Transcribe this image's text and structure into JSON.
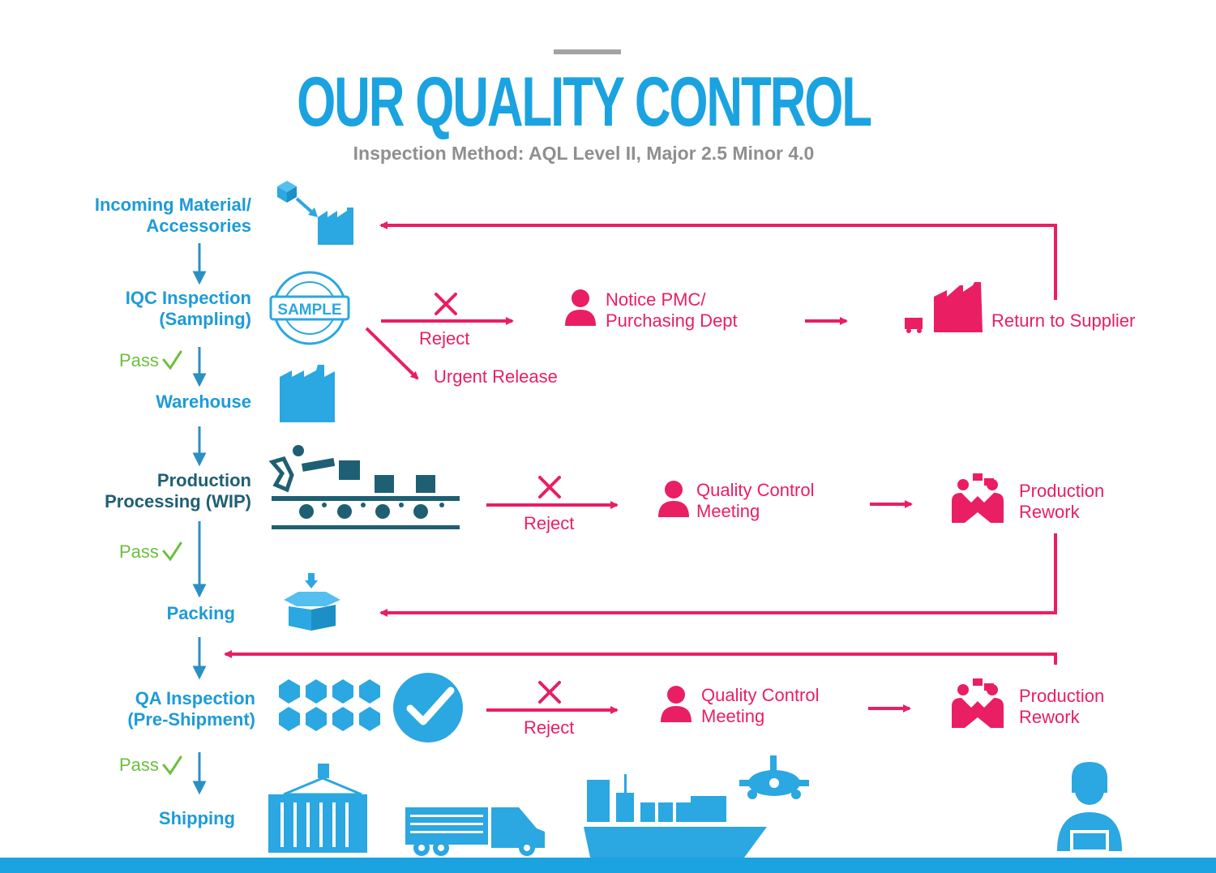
{
  "header": {
    "title": "OUR QUALITY CONTROL",
    "subtitle": "Inspection Method: AQL Level II, Major 2.5 Minor 4.0"
  },
  "steps": {
    "incoming_line1": "Incoming Material/",
    "incoming_line2": "Accessories",
    "iqc_line1": "IQC Inspection",
    "iqc_line2": "(Sampling)",
    "warehouse": "Warehouse",
    "production_line1": "Production",
    "production_line2": "Processing (WIP)",
    "packing": "Packing",
    "qa_line1": "QA Inspection",
    "qa_line2": "(Pre-Shipment)",
    "shipping": "Shipping"
  },
  "pass_label": "Pass",
  "branches": {
    "iqc": {
      "reject": "Reject",
      "urgent_release": "Urgent Release",
      "notice_line1": "Notice PMC/",
      "notice_line2": "Purchasing Dept",
      "return_to_supplier": "Return to Supplier"
    },
    "production": {
      "reject": "Reject",
      "meeting_line1": "Quality Control",
      "meeting_line2": "Meeting",
      "rework_line1": "Production",
      "rework_line2": "Rework"
    },
    "qa": {
      "reject": "Reject",
      "meeting_line1": "Quality Control",
      "meeting_line2": "Meeting",
      "rework_line1": "Production",
      "rework_line2": "Rework"
    }
  },
  "icons": {
    "sample_stamp_text": "SAMPLE"
  },
  "colors": {
    "blue": "#1aa3e0",
    "pink": "#e91e63",
    "dark_teal": "#1f5f73",
    "pass_green": "#6cbf3c",
    "arrow_blue": "#2b8fc4"
  }
}
